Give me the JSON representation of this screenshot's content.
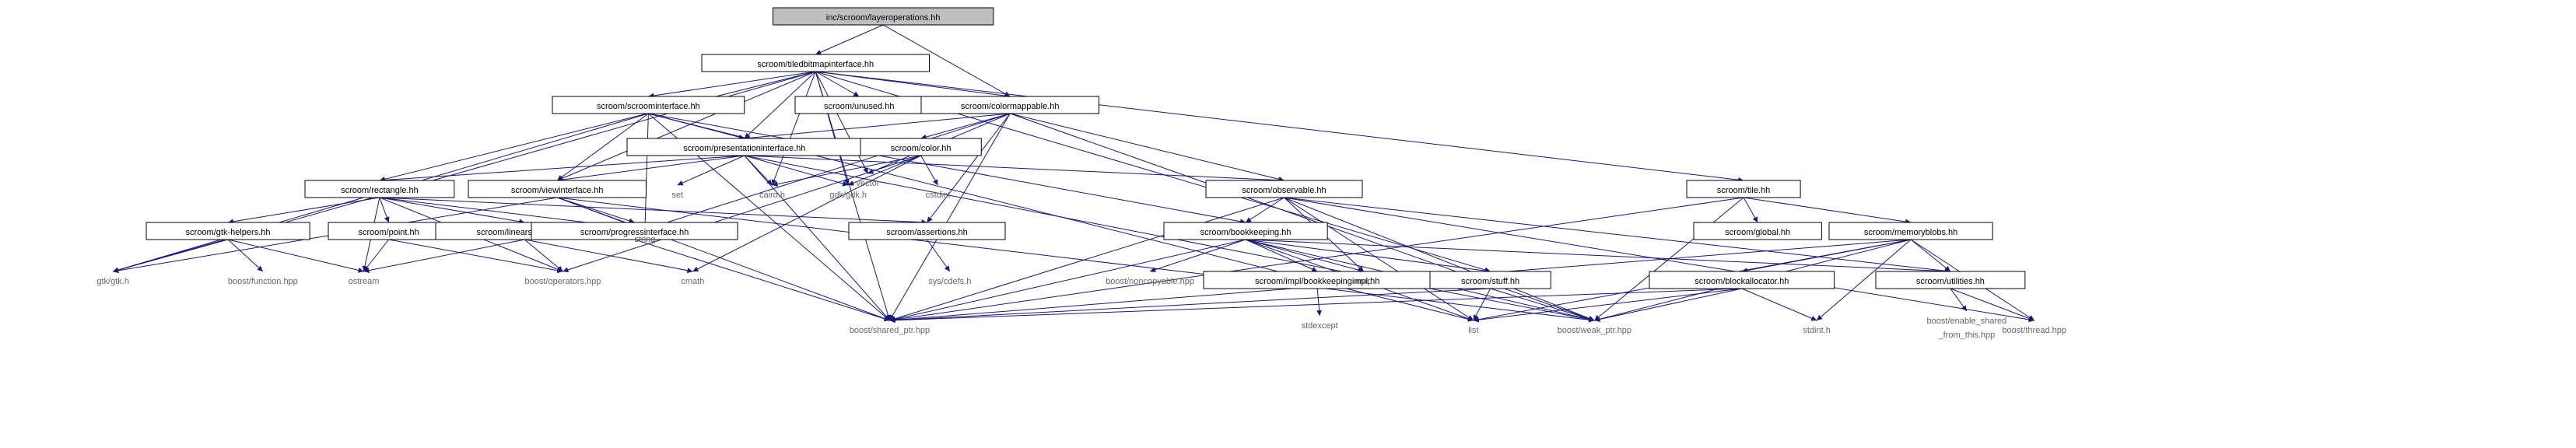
{
  "nodes": [
    {
      "id": "root",
      "kind": "root",
      "label": "inc/scroom/layeroperations.hh"
    },
    {
      "id": "tiled",
      "kind": "file",
      "label": "scroom/tiledbitmapinterface.hh"
    },
    {
      "id": "scroomi",
      "kind": "file",
      "label": "scroom/scroominterface.hh"
    },
    {
      "id": "unused",
      "kind": "file",
      "label": "scroom/unused.hh"
    },
    {
      "id": "colormap",
      "kind": "file",
      "label": "scroom/colormappable.hh"
    },
    {
      "id": "presi",
      "kind": "file",
      "label": "scroom/presentationinterface.hh"
    },
    {
      "id": "color",
      "kind": "file",
      "label": "scroom/color.hh"
    },
    {
      "id": "vector",
      "kind": "ext",
      "label": "vector"
    },
    {
      "id": "rect",
      "kind": "file",
      "label": "scroom/rectangle.hh"
    },
    {
      "id": "viewi",
      "kind": "file",
      "label": "scroom/viewinterface.hh"
    },
    {
      "id": "set",
      "kind": "ext",
      "label": "set"
    },
    {
      "id": "cairo",
      "kind": "ext",
      "label": "cairo.h"
    },
    {
      "id": "gdkgdk",
      "kind": "ext",
      "label": "gdk/gdk.h"
    },
    {
      "id": "cstdint",
      "kind": "ext",
      "label": "cstdint"
    },
    {
      "id": "observ",
      "kind": "file",
      "label": "scroom/observable.hh"
    },
    {
      "id": "tile",
      "kind": "file",
      "label": "scroom/tile.hh"
    },
    {
      "id": "gtkhelp",
      "kind": "file",
      "label": "scroom/gtk-helpers.hh"
    },
    {
      "id": "point",
      "kind": "file",
      "label": "scroom/point.hh"
    },
    {
      "id": "linseg",
      "kind": "file",
      "label": "scroom/linearsegment.hh"
    },
    {
      "id": "progi",
      "kind": "file",
      "label": "scroom/progressinterface.hh"
    },
    {
      "id": "string",
      "kind": "ext",
      "label": "string"
    },
    {
      "id": "assert",
      "kind": "file",
      "label": "scroom/assertions.hh"
    },
    {
      "id": "bookk",
      "kind": "file",
      "label": "scroom/bookkeeping.hh"
    },
    {
      "id": "global",
      "kind": "file",
      "label": "scroom/global.hh"
    },
    {
      "id": "memblob",
      "kind": "file",
      "label": "scroom/memoryblobs.hh"
    },
    {
      "id": "gtkgtk",
      "kind": "ext",
      "label": "gtk/gtk.h"
    },
    {
      "id": "bfunc",
      "kind": "ext",
      "label": "boost/function.hpp"
    },
    {
      "id": "ostream",
      "kind": "ext",
      "label": "ostream"
    },
    {
      "id": "bops",
      "kind": "ext",
      "label": "boost/operators.hpp"
    },
    {
      "id": "cmath",
      "kind": "ext",
      "label": "cmath"
    },
    {
      "id": "syscdefs",
      "kind": "ext",
      "label": "sys/cdefs.h"
    },
    {
      "id": "bnoncopy",
      "kind": "ext",
      "label": "boost/noncopyable.hpp"
    },
    {
      "id": "bkimpl",
      "kind": "file",
      "label": "scroom/impl/bookkeepingimpl.hh"
    },
    {
      "id": "map",
      "kind": "ext",
      "label": "map"
    },
    {
      "id": "stuff",
      "kind": "file",
      "label": "scroom/stuff.hh"
    },
    {
      "id": "blockall",
      "kind": "file",
      "label": "scroom/blockallocator.hh"
    },
    {
      "id": "util",
      "kind": "file",
      "label": "scroom/utilities.hh"
    },
    {
      "id": "stdexcept",
      "kind": "ext",
      "label": "stdexcept"
    },
    {
      "id": "bshared",
      "kind": "ext",
      "label": "boost/shared_ptr.hpp"
    },
    {
      "id": "list",
      "kind": "ext",
      "label": "list"
    },
    {
      "id": "bweak",
      "kind": "ext",
      "label": "boost/weak_ptr.hpp"
    },
    {
      "id": "stdinth",
      "kind": "ext",
      "label": "stdint.h"
    },
    {
      "id": "benable",
      "kind": "ext",
      "label": "boost/enable_shared\n_from_this.hpp"
    },
    {
      "id": "bthread",
      "kind": "ext",
      "label": "boost/thread.hpp"
    }
  ],
  "edges": [
    [
      "root",
      "tiled"
    ],
    [
      "root",
      "colormap"
    ],
    [
      "tiled",
      "scroomi"
    ],
    [
      "tiled",
      "unused"
    ],
    [
      "tiled",
      "colormap"
    ],
    [
      "tiled",
      "presi"
    ],
    [
      "tiled",
      "vector"
    ],
    [
      "tiled",
      "rect"
    ],
    [
      "tiled",
      "viewi"
    ],
    [
      "tiled",
      "cairo"
    ],
    [
      "tiled",
      "gdkgdk"
    ],
    [
      "tiled",
      "tile"
    ],
    [
      "tiled",
      "stuff"
    ],
    [
      "tiled",
      "gtkgtk"
    ],
    [
      "tiled",
      "bshared"
    ],
    [
      "scroomi",
      "presi"
    ],
    [
      "scroomi",
      "viewi"
    ],
    [
      "scroomi",
      "string"
    ],
    [
      "scroomi",
      "gtkgtk"
    ],
    [
      "scroomi",
      "bshared"
    ],
    [
      "scroomi",
      "bookk"
    ],
    [
      "scroomi",
      "list"
    ],
    [
      "colormap",
      "presi"
    ],
    [
      "colormap",
      "color"
    ],
    [
      "colormap",
      "vector"
    ],
    [
      "colormap",
      "observ"
    ],
    [
      "colormap",
      "assert"
    ],
    [
      "colormap",
      "bshared"
    ],
    [
      "colormap",
      "string"
    ],
    [
      "colormap",
      "bweak"
    ],
    [
      "presi",
      "rect"
    ],
    [
      "presi",
      "viewi"
    ],
    [
      "presi",
      "set"
    ],
    [
      "presi",
      "cairo"
    ],
    [
      "presi",
      "gdkgdk"
    ],
    [
      "presi",
      "observ"
    ],
    [
      "presi",
      "bshared"
    ],
    [
      "presi",
      "bweak"
    ],
    [
      "color",
      "cairo"
    ],
    [
      "color",
      "gdkgdk"
    ],
    [
      "color",
      "cstdint"
    ],
    [
      "color",
      "bops"
    ],
    [
      "color",
      "cmath"
    ],
    [
      "rect",
      "gtkhelp"
    ],
    [
      "rect",
      "point"
    ],
    [
      "rect",
      "linseg"
    ],
    [
      "rect",
      "assert"
    ],
    [
      "rect",
      "ostream"
    ],
    [
      "rect",
      "bops"
    ],
    [
      "rect",
      "string"
    ],
    [
      "viewi",
      "progi"
    ],
    [
      "viewi",
      "string"
    ],
    [
      "viewi",
      "gtkgtk"
    ],
    [
      "viewi",
      "bshared"
    ],
    [
      "viewi",
      "bweak"
    ],
    [
      "observ",
      "bookk"
    ],
    [
      "observ",
      "map"
    ],
    [
      "observ",
      "list"
    ],
    [
      "observ",
      "util"
    ],
    [
      "observ",
      "bshared"
    ],
    [
      "observ",
      "bweak"
    ],
    [
      "observ",
      "bthread"
    ],
    [
      "tile",
      "global"
    ],
    [
      "tile",
      "memblob"
    ],
    [
      "tile",
      "bshared"
    ],
    [
      "tile",
      "bweak"
    ],
    [
      "gtkhelp",
      "gtkgtk"
    ],
    [
      "gtkhelp",
      "bfunc"
    ],
    [
      "gtkhelp",
      "ostream"
    ],
    [
      "point",
      "ostream"
    ],
    [
      "point",
      "bops"
    ],
    [
      "linseg",
      "bops"
    ],
    [
      "linseg",
      "cmath"
    ],
    [
      "linseg",
      "ostream"
    ],
    [
      "progi",
      "bshared"
    ],
    [
      "assert",
      "syscdefs"
    ],
    [
      "bookk",
      "bnoncopy"
    ],
    [
      "bookk",
      "bkimpl"
    ],
    [
      "bookk",
      "map"
    ],
    [
      "bookk",
      "stuff"
    ],
    [
      "bookk",
      "util"
    ],
    [
      "bookk",
      "list"
    ],
    [
      "bookk",
      "bshared"
    ],
    [
      "bookk",
      "bweak"
    ],
    [
      "memblob",
      "blockall"
    ],
    [
      "memblob",
      "util"
    ],
    [
      "memblob",
      "bshared"
    ],
    [
      "memblob",
      "bweak"
    ],
    [
      "memblob",
      "stdinth"
    ],
    [
      "memblob",
      "list"
    ],
    [
      "memblob",
      "bthread"
    ],
    [
      "bkimpl",
      "stdexcept"
    ],
    [
      "stuff",
      "list"
    ],
    [
      "stuff",
      "bshared"
    ],
    [
      "stuff",
      "bweak"
    ],
    [
      "blockall",
      "list"
    ],
    [
      "blockall",
      "bshared"
    ],
    [
      "blockall",
      "bweak"
    ],
    [
      "blockall",
      "stdinth"
    ],
    [
      "util",
      "benable"
    ],
    [
      "util",
      "bthread"
    ]
  ]
}
